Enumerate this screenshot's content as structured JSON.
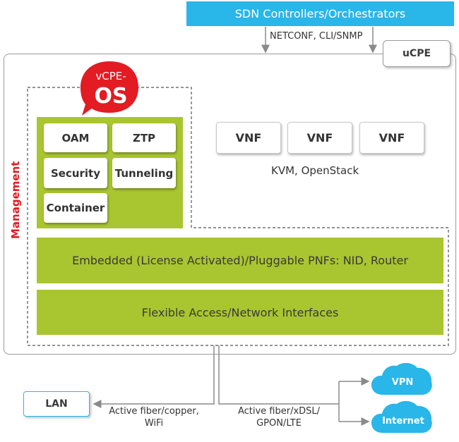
{
  "sdn": {
    "label": "SDN Controllers/Orchestrators"
  },
  "protocols": {
    "label": "NETCONF, CLI/SNMP"
  },
  "ucpe": {
    "label": "uCPE"
  },
  "logo": {
    "line1": "vCPE-",
    "line2": "OS",
    "color": "#e31b23"
  },
  "management": {
    "label": "Management"
  },
  "modules": {
    "oam": "OAM",
    "ztp": "ZTP",
    "security": "Security",
    "tunneling": "Tunneling",
    "container": "Container"
  },
  "vnfs": [
    "VNF",
    "VNF",
    "VNF"
  ],
  "hypervisor": {
    "label": "KVM, OpenStack"
  },
  "pnf_bar": {
    "label": "Embedded (License Activated)/Pluggable PNFs: NID, Router"
  },
  "access_bar": {
    "label": "Flexible Access/Network Interfaces"
  },
  "lan": {
    "label": "LAN"
  },
  "lan_link": {
    "line1": "Active fiber/copper,",
    "line2": "WiFi"
  },
  "wan_link": {
    "line1": "Active fiber/xDSL/",
    "line2": "GPON/LTE"
  },
  "clouds": {
    "vpn": "VPN",
    "internet": "Internet"
  },
  "colors": {
    "accent_blue": "#29b6e9",
    "green": "#a9c530",
    "red": "#e31b23",
    "border_gray": "#9a9a9a"
  }
}
